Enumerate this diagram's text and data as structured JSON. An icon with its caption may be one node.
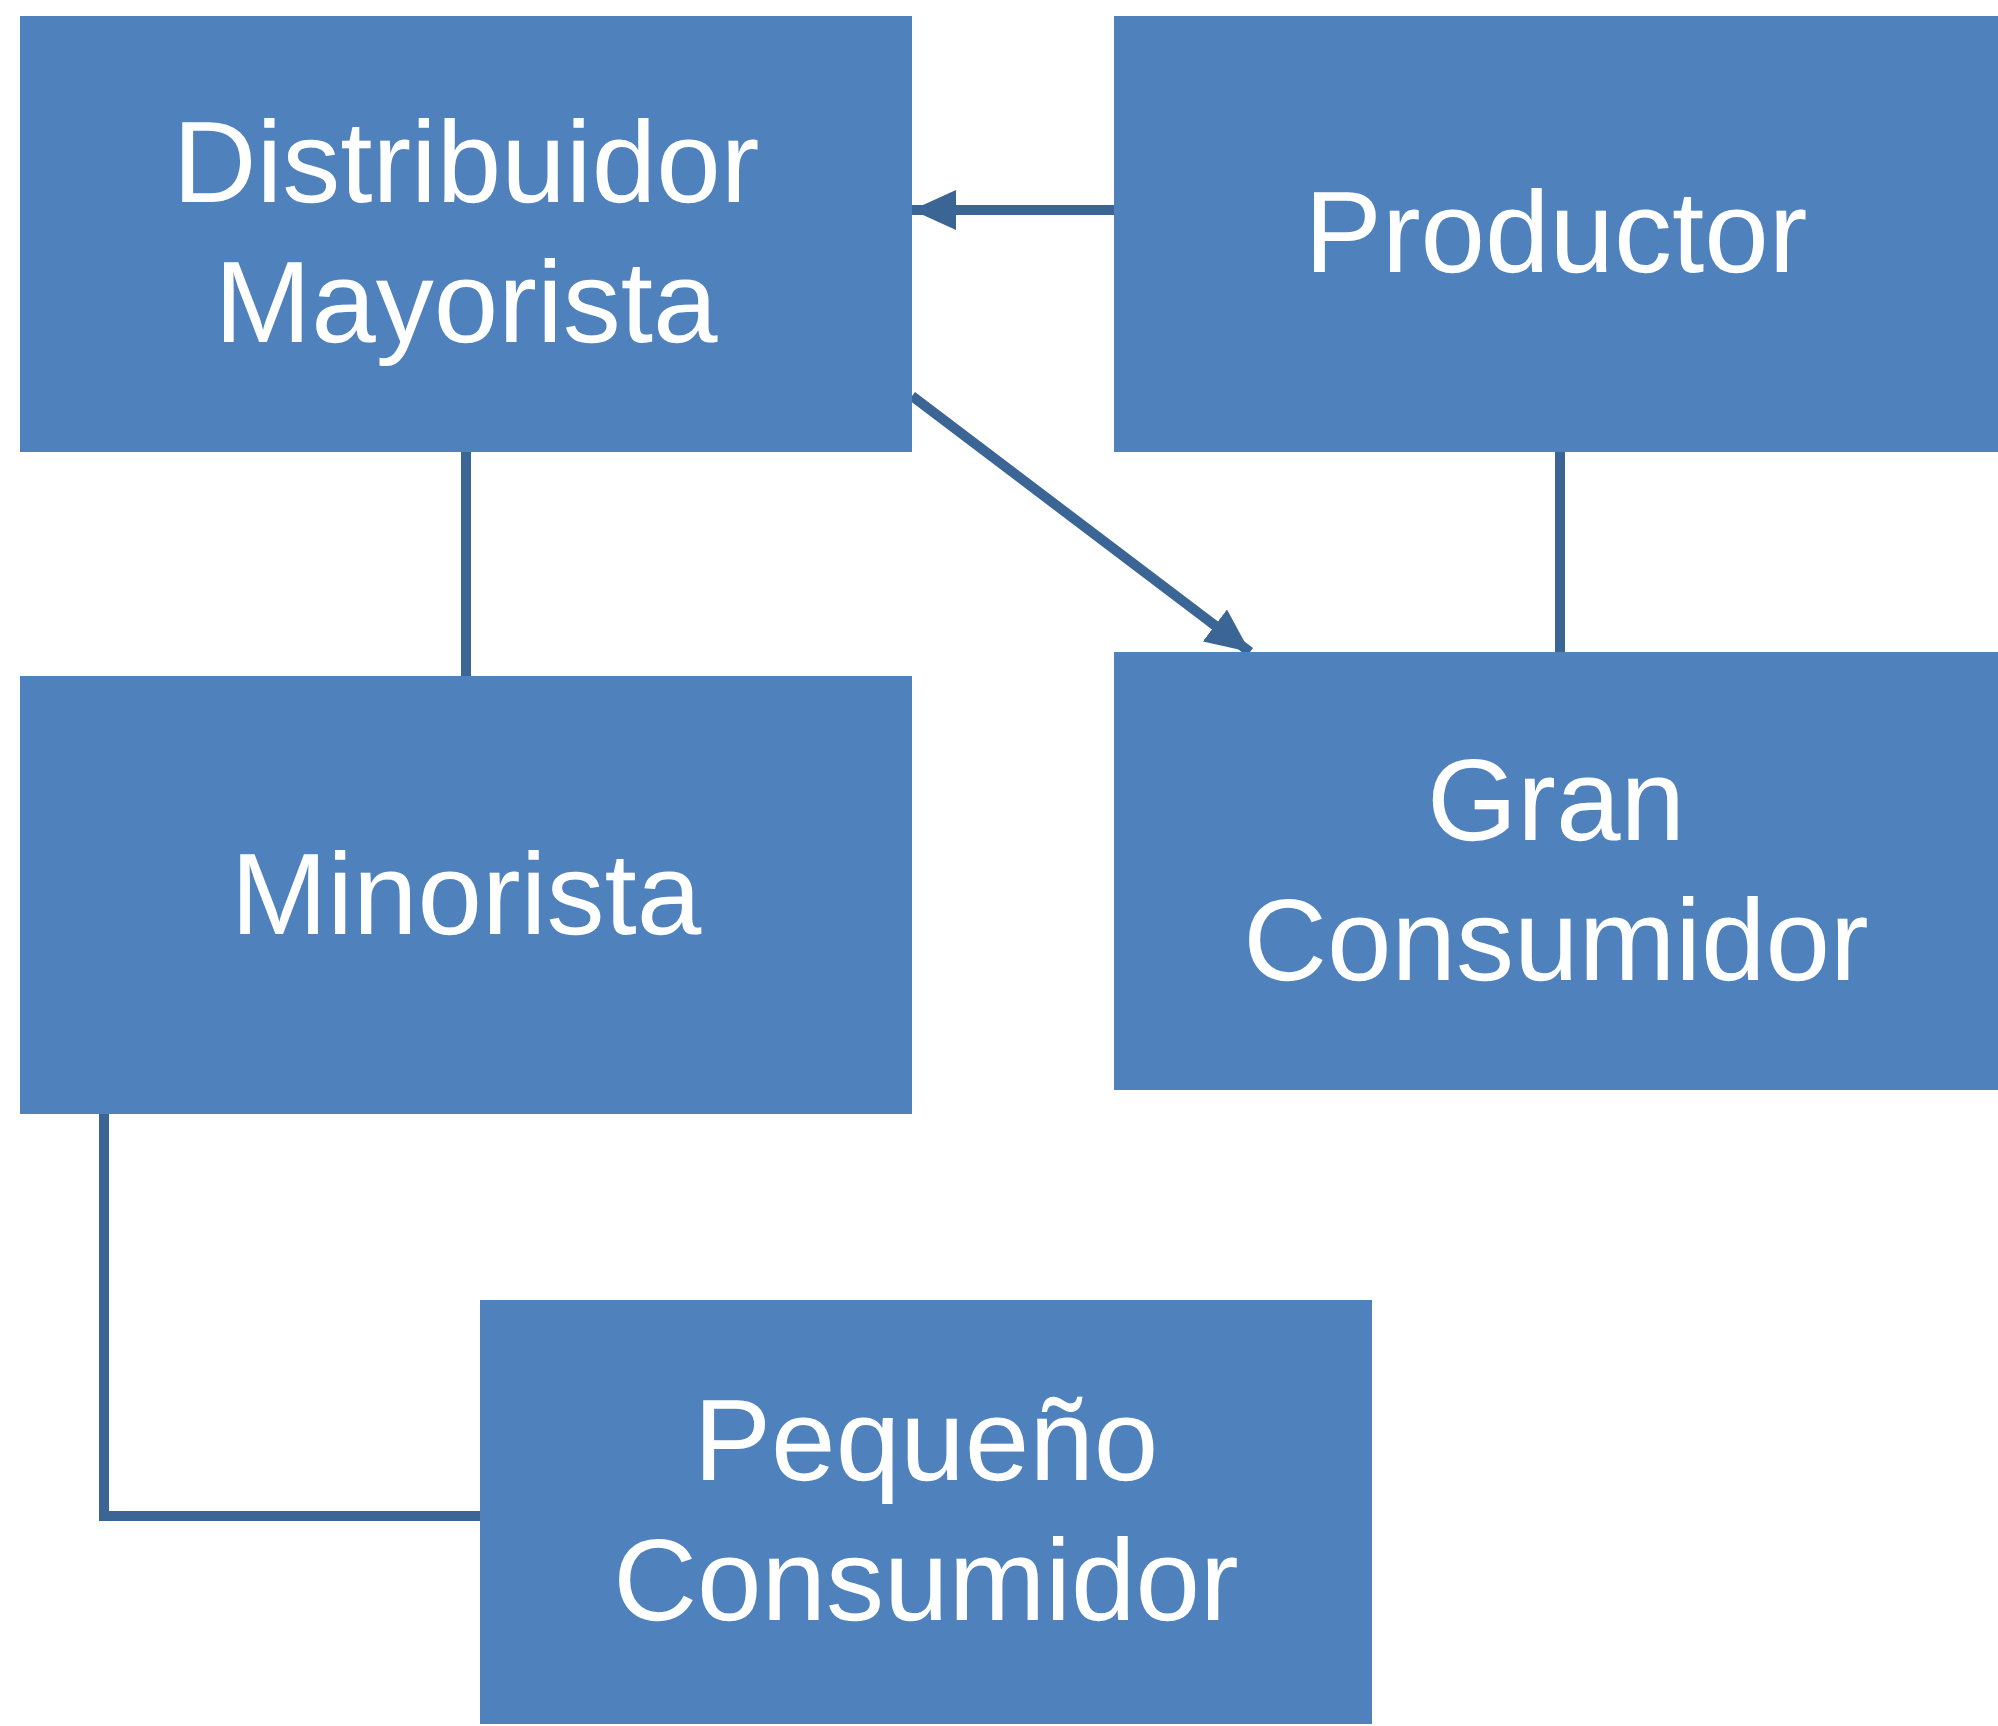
{
  "diagram": {
    "nodes": [
      {
        "text": [
          "Distribuidor Mayorista"
        ]
      },
      {
        "text": [
          "Productor"
        ]
      },
      {
        "text": [
          "Minorista"
        ]
      },
      {
        "text": [
          "Gran Consumidor"
        ]
      },
      {
        "text": [
          "Pequeño Consumidor"
        ]
      }
    ],
    "edges": [
      {
        "from": 1,
        "to": 0,
        "arrow": "to"
      },
      {
        "from": 0,
        "to": 3,
        "arrow": "to"
      },
      {
        "from": 0,
        "to": 2,
        "arrow": "none"
      },
      {
        "from": 1,
        "to": 3,
        "arrow": "none"
      },
      {
        "from": 2,
        "to": 4,
        "arrow": "none"
      }
    ]
  }
}
